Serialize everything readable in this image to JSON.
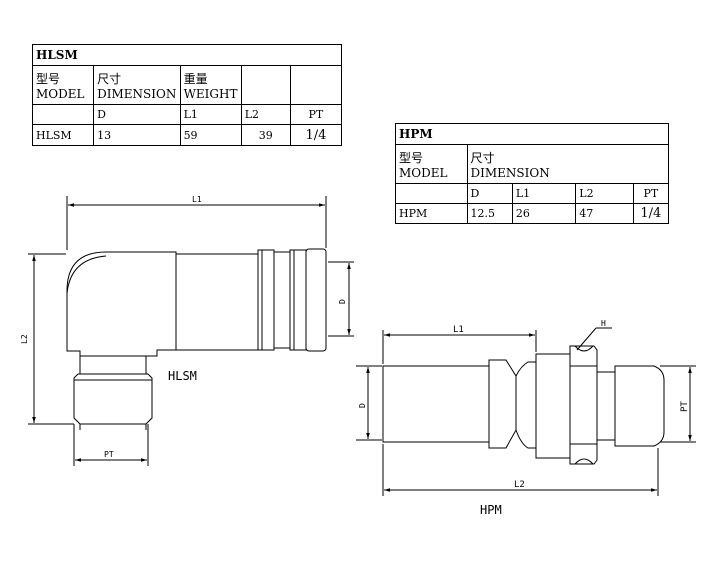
{
  "hlsm_table": {
    "title": "HLSM",
    "header_cn": [
      "型号",
      "尺寸",
      "重量",
      "",
      ""
    ],
    "header_en": [
      "MODEL",
      "DIMENSION",
      "WEIGHT",
      "",
      ""
    ],
    "subheader": [
      "",
      "D",
      "L1",
      "L2",
      "PT"
    ],
    "row": [
      "HLSM",
      "13",
      "59",
      "39",
      "1/4"
    ]
  },
  "hpm_table": {
    "title": "HPM",
    "header_cn": [
      "型号",
      "尺寸"
    ],
    "header_en": [
      "MODEL",
      "DIMENSION"
    ],
    "subheader": [
      "",
      "D",
      "L1",
      "L2",
      "PT"
    ],
    "row": [
      "HPM",
      "12.5",
      "26",
      "47",
      "1/4"
    ]
  },
  "hlsm_drawing": {
    "caption": "HLSM",
    "dim_l1": "L1",
    "dim_l2": "L2",
    "dim_d": "D",
    "dim_pt": "PT"
  },
  "hpm_drawing": {
    "caption": "HPM",
    "dim_l1": "L1",
    "dim_l2": "L2",
    "dim_d": "D",
    "dim_pt": "PT",
    "dim_h": "H"
  }
}
